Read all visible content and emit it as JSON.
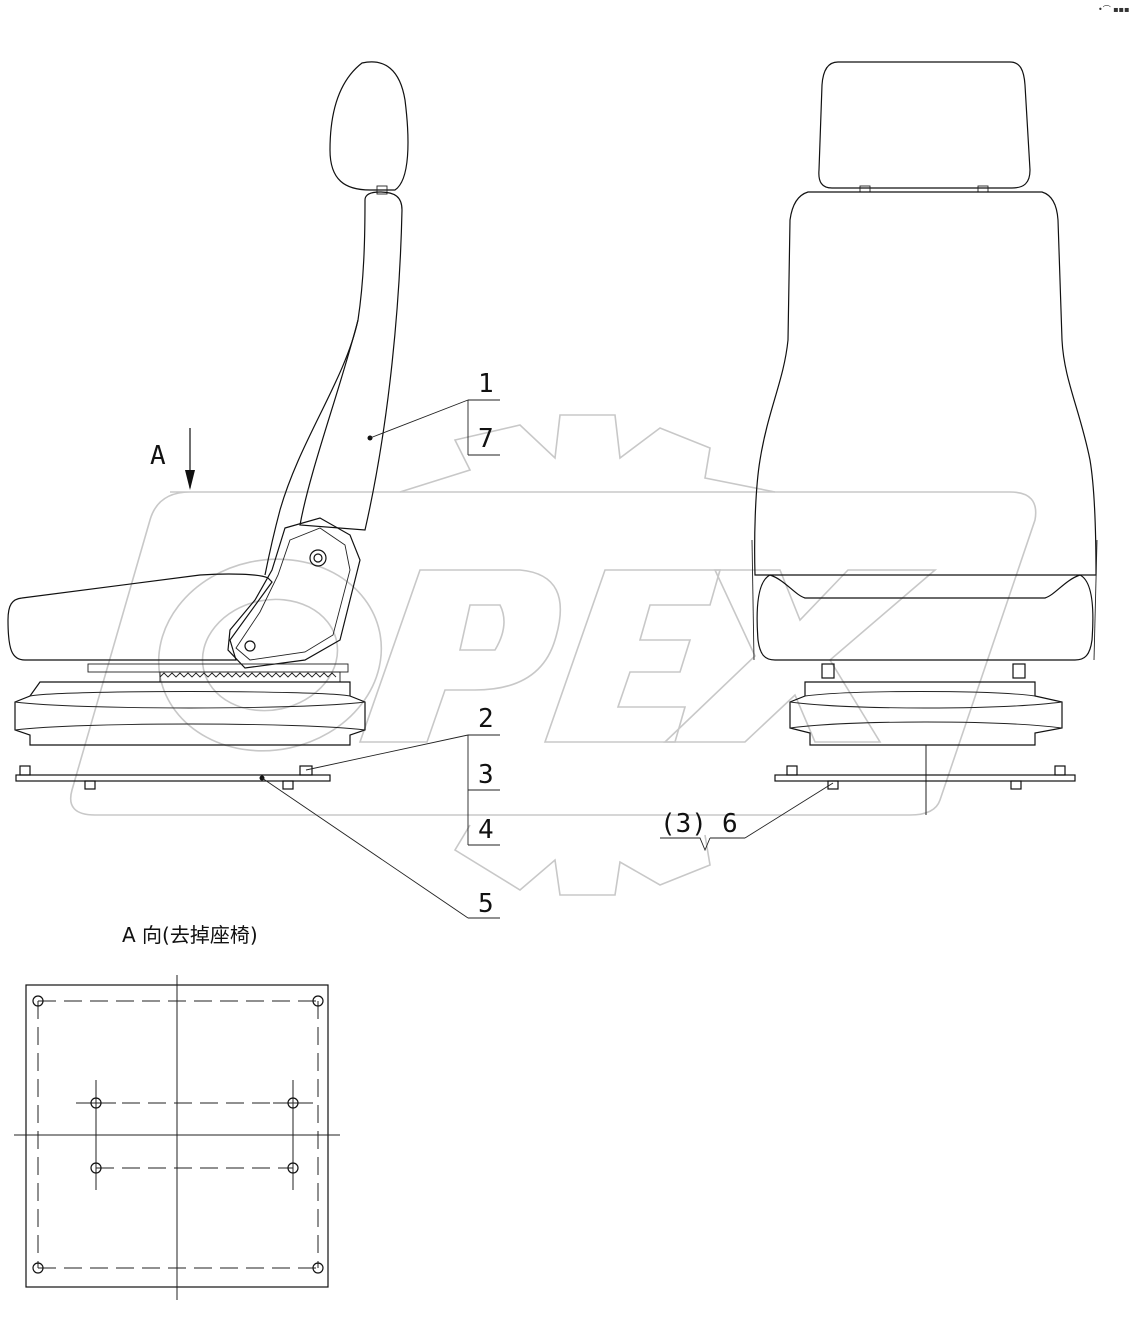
{
  "corner_mark": "•⌒ ▪▪▪",
  "watermark": {
    "text": "OPEX"
  },
  "view_arrow": {
    "letter": "A"
  },
  "part_labels": {
    "p1": "1",
    "p7": "7",
    "p2": "2",
    "p3": "3",
    "p4": "4",
    "p5": "5",
    "p3_ref": "(3)",
    "p6": "6"
  },
  "view_caption": "A 向(去掉座椅)"
}
